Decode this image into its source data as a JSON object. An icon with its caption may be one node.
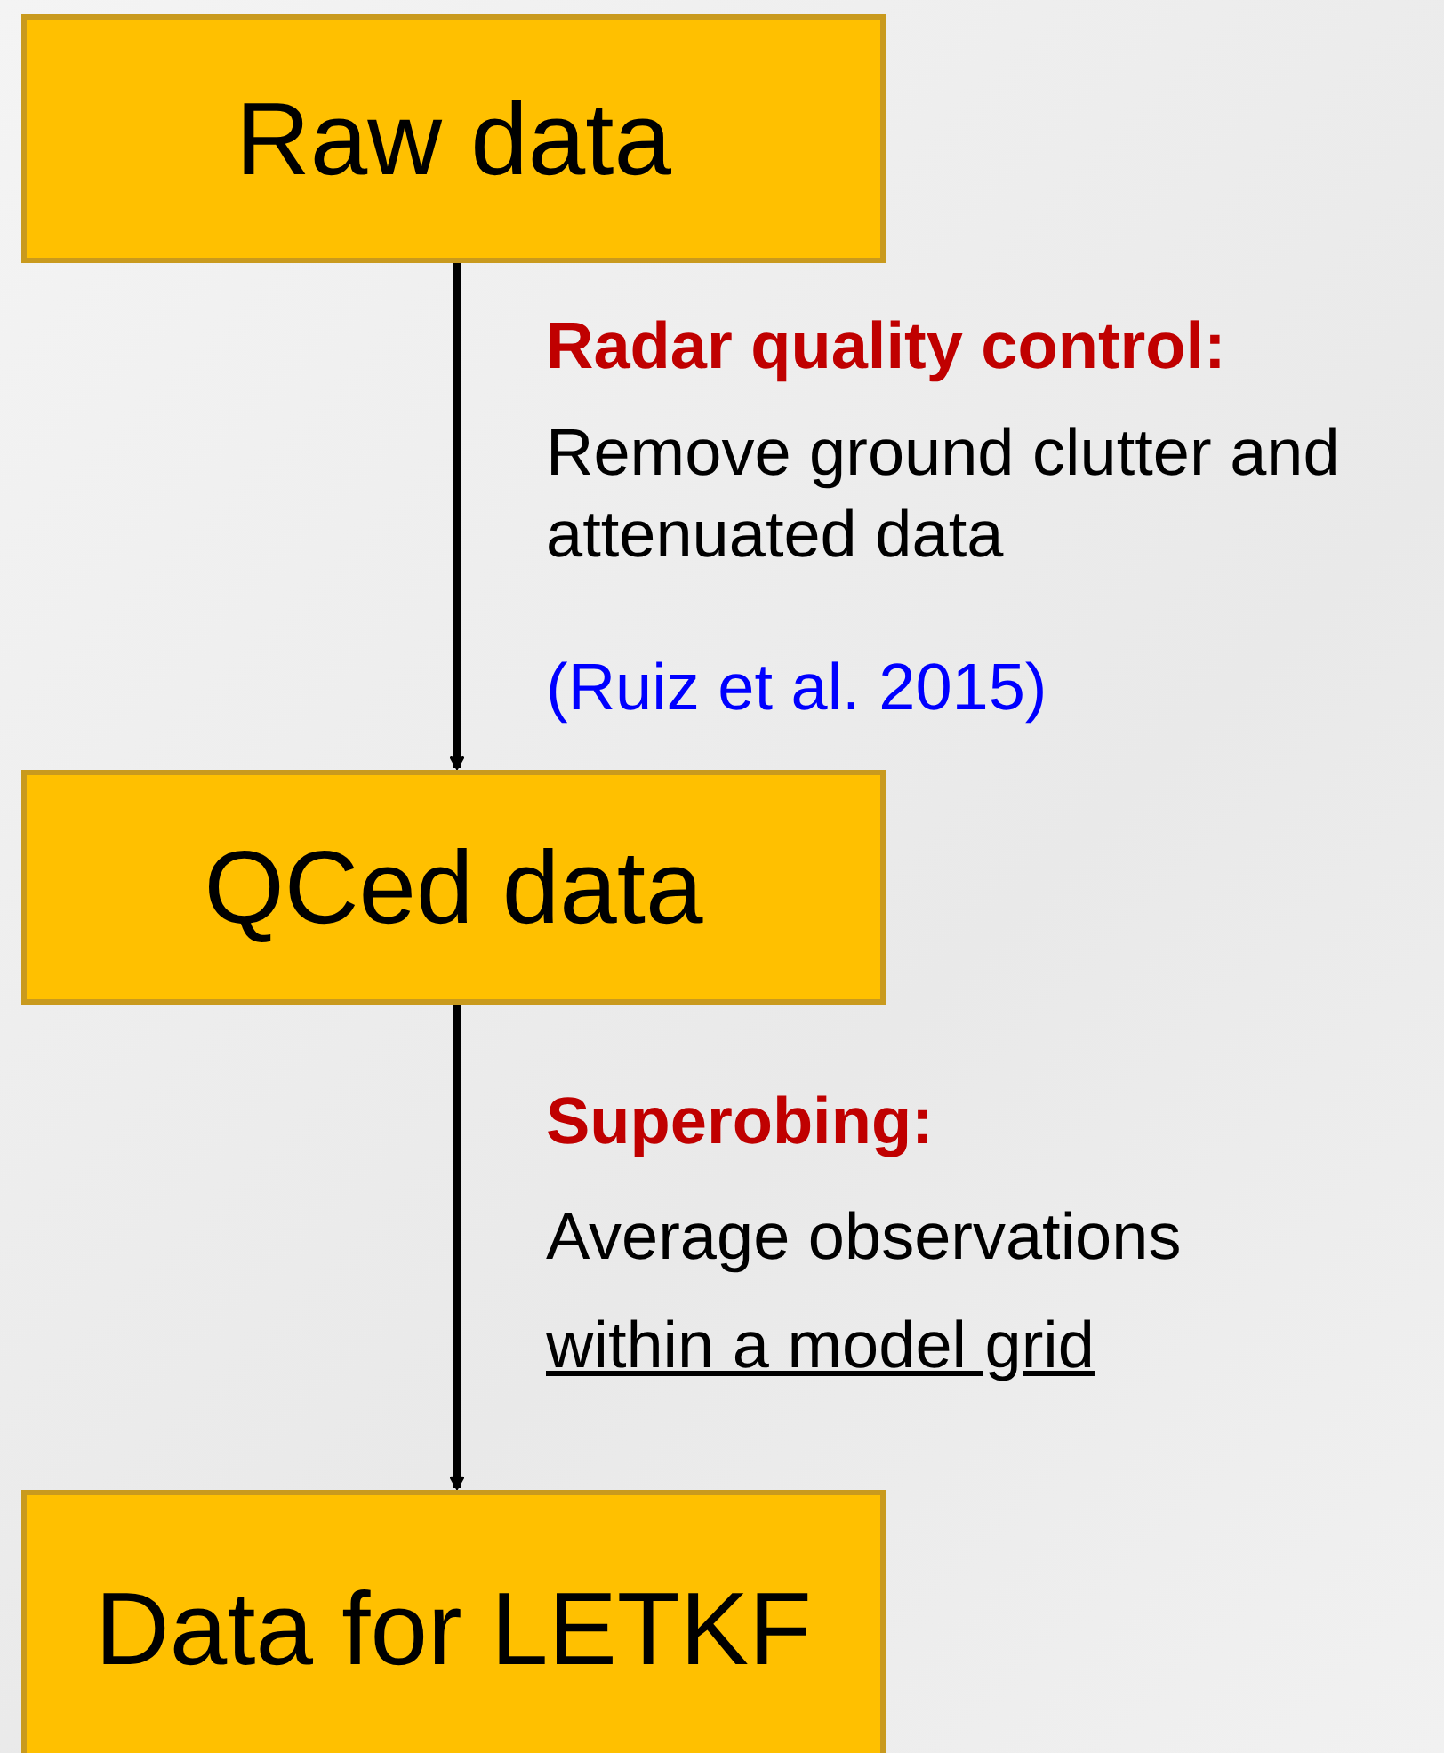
{
  "diagram": {
    "nodes": [
      {
        "text": [
          "Raw data"
        ]
      },
      {
        "text": [
          "QCed data"
        ]
      },
      {
        "text": [
          "Data for LETKF"
        ]
      }
    ],
    "edges": [
      {
        "from": 0,
        "to": 1,
        "arrow": "to"
      },
      {
        "from": 1,
        "to": 2,
        "arrow": "to"
      }
    ],
    "labels": [
      "Radar quality control:",
      "Remove ground clutter and attenuated data",
      "(Ruiz et al. 2015)",
      "Superobing:",
      "Average observations",
      "within a model grid"
    ]
  }
}
